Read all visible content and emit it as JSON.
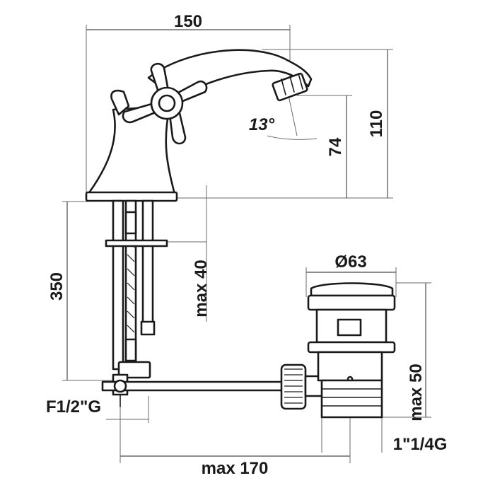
{
  "dimensions": {
    "spout_reach": "150",
    "total_height": "110",
    "spout_height": "74",
    "spout_angle": "13°",
    "hose_length": "350",
    "max_mounting": "max 40",
    "drain_diameter": "Ø63",
    "drain_depth": "max 50",
    "drain_thread": "1\"1/4G",
    "connection_thread": "F1/2\"G",
    "max_distance": "max 170"
  }
}
